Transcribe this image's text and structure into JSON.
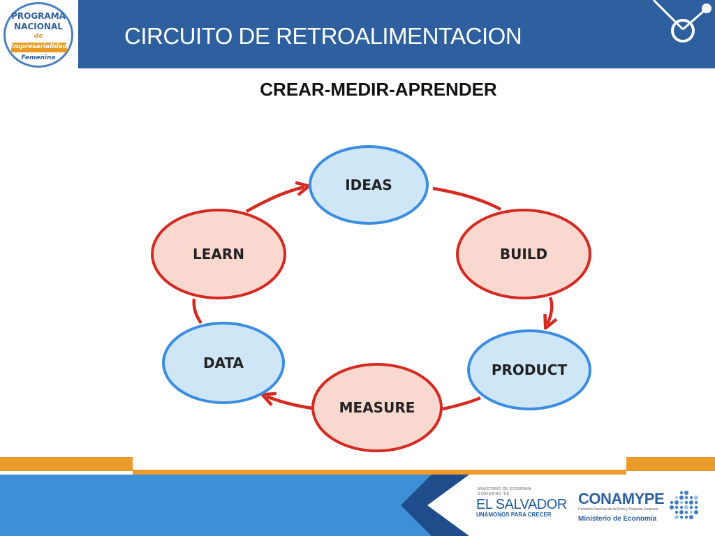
{
  "header": {
    "title": "CIRCUITO DE RETROALIMENTACION",
    "logo": {
      "line1": "PROGRAMA",
      "line2": "NACIONAL",
      "line3": "de",
      "line4": "Empresarialidad",
      "line5": "Femenina"
    }
  },
  "subtitle": "CREAR-MEDIR-APRENDER",
  "diagram": {
    "nodes": [
      {
        "label": "IDEAS",
        "style": "blue"
      },
      {
        "label": "BUILD",
        "style": "red"
      },
      {
        "label": "PRODUCT",
        "style": "blue"
      },
      {
        "label": "MEASURE",
        "style": "red"
      },
      {
        "label": "DATA",
        "style": "blue"
      },
      {
        "label": "LEARN",
        "style": "red"
      }
    ],
    "edges": [
      {
        "from": "IDEAS",
        "to": "BUILD"
      },
      {
        "from": "BUILD",
        "to": "PRODUCT"
      },
      {
        "from": "PRODUCT",
        "to": "MEASURE"
      },
      {
        "from": "MEASURE",
        "to": "DATA"
      },
      {
        "from": "DATA",
        "to": "LEARN"
      },
      {
        "from": "LEARN",
        "to": "IDEAS"
      }
    ],
    "colors": {
      "blue_fill": "#cfe6f7",
      "blue_stroke": "#3a8de0",
      "red_fill": "#f9d8d0",
      "red_stroke": "#d42a22",
      "arrow": "#d42a22"
    }
  },
  "footer": {
    "elsalvador": {
      "ministry": "MINISTERIO DE ECONOMÍA",
      "gobierno": "GOBIERNO DE",
      "name": "EL SALVADOR",
      "slogan": "UNÁMONOS PARA CRECER"
    },
    "conamype": {
      "name": "CONAMYPE",
      "sub": "Comisión Nacional de la Micro y Pequeña Empresa",
      "ministry": "Ministerio de Economía"
    }
  }
}
